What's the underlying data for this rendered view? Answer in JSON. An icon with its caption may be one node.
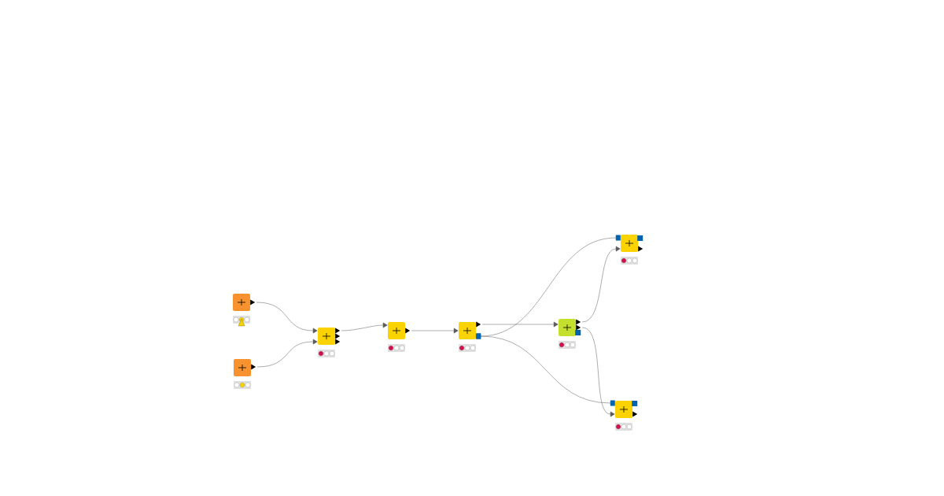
{
  "diagram": {
    "nodes": [
      {
        "text": [],
        "shape": "box"
      },
      {
        "text": [],
        "shape": "box"
      },
      {
        "text": [],
        "shape": "box"
      },
      {
        "text": [],
        "shape": "box"
      },
      {
        "text": [],
        "shape": "box"
      },
      {
        "text": [],
        "shape": "box"
      },
      {
        "text": [],
        "shape": "box"
      },
      {
        "text": [],
        "shape": "box"
      }
    ],
    "edges": [
      {
        "from": 0,
        "to": 2,
        "arrow": "to"
      },
      {
        "from": 1,
        "to": 2,
        "arrow": "to"
      },
      {
        "from": 2,
        "to": 3,
        "arrow": "to"
      },
      {
        "from": 3,
        "to": 4,
        "arrow": "to"
      },
      {
        "from": 4,
        "to": 5,
        "arrow": "to"
      },
      {
        "from": 4,
        "to": 6,
        "arrow": "other"
      },
      {
        "from": 4,
        "to": 7,
        "arrow": "other"
      },
      {
        "from": 5,
        "to": 6,
        "arrow": "to"
      },
      {
        "from": 5,
        "to": 7,
        "arrow": "to"
      }
    ]
  }
}
